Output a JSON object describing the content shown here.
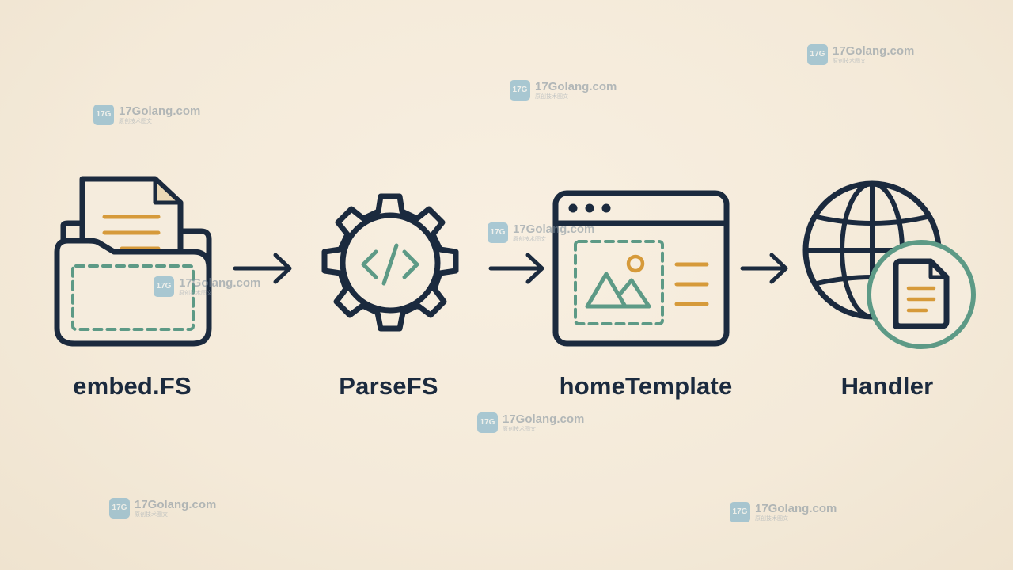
{
  "diagram": {
    "nodes": [
      {
        "id": "embed",
        "label": "embed.FS",
        "icon": "folder-document-icon"
      },
      {
        "id": "parse",
        "label": "ParseFS",
        "icon": "gear-code-icon"
      },
      {
        "id": "template",
        "label": "homeTemplate",
        "icon": "browser-template-icon"
      },
      {
        "id": "handler",
        "label": "Handler",
        "icon": "globe-document-icon"
      }
    ],
    "edges": [
      {
        "from": "embed",
        "to": "parse"
      },
      {
        "from": "parse",
        "to": "template"
      },
      {
        "from": "template",
        "to": "handler"
      }
    ]
  },
  "watermark": {
    "logo_text": "17G",
    "domain": "17Golang.com",
    "sub": "原创技术图文"
  },
  "colors": {
    "background": "#f5ecdd",
    "stroke": "#1b2a3e",
    "accent_orange": "#d69a3a",
    "accent_teal": "#5d9a86"
  }
}
